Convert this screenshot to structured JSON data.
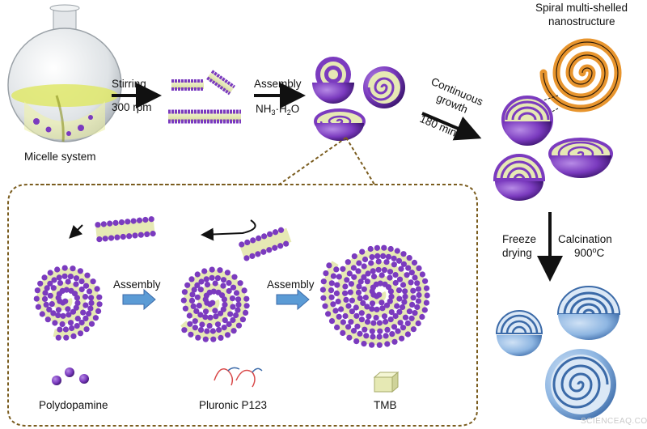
{
  "labels": {
    "micelle_system": "Micelle system",
    "stirring": "Stirring",
    "rpm": "300 rpm",
    "assembly_top": "Assembly",
    "reagent_nh3": "NH",
    "reagent_sub3": "3",
    "reagent_dot": "·H",
    "reagent_sub2": "2",
    "reagent_o": "O",
    "continuous": "Continuous",
    "growth": "growth",
    "time": "180 min",
    "spiral_line1": "Spiral multi-shelled",
    "spiral_line2": "nanostructure",
    "freeze": "Freeze",
    "drying": "drying",
    "calcination": "Calcination",
    "temp": "900",
    "temp_unit": "o",
    "temp_c": "C",
    "assembly_left": "Assembly",
    "assembly_right": "Assembly",
    "polydopamine": "Polydopamine",
    "pluronic": "Pluronic P123",
    "tmb": "TMB",
    "watermark": "SCIENCEAQ.COM"
  },
  "colors": {
    "purple": "#7b3bbf",
    "purple_dark": "#3d1670",
    "lipid": "#e6e9b4",
    "orange": "#e8952e",
    "blue": "#8eb6e2",
    "blue_dark": "#3b6aa8",
    "frame": "#7a5c1e",
    "arrow_blue": "#5b9bd5"
  }
}
